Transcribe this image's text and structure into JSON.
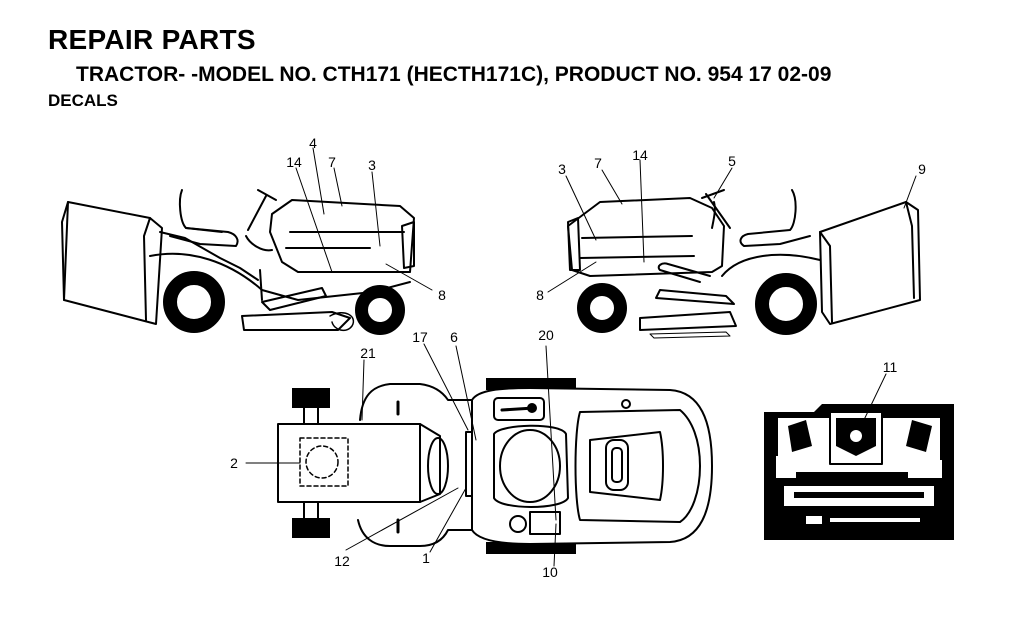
{
  "header": {
    "title": "REPAIR PARTS",
    "subtitle": "TRACTOR- -MODEL NO. CTH171 (HECTH171C), PRODUCT NO. 954 17 02-09",
    "section": "DECALS"
  },
  "callouts": {
    "n1": "1",
    "n2": "2",
    "n3": "3",
    "n4": "4",
    "n5": "5",
    "n6": "6",
    "n7": "7",
    "n8": "8",
    "n9": "9",
    "n10": "10",
    "n11": "11",
    "n12": "12",
    "n14": "14",
    "n17": "17",
    "n20": "20",
    "n21": "21"
  }
}
